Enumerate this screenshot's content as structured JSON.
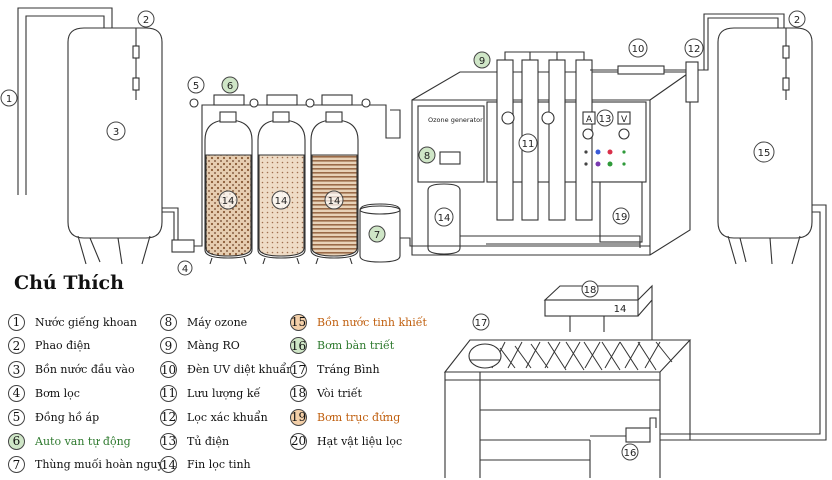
{
  "legend": {
    "title": "Chú Thích",
    "items": [
      {
        "n": "1",
        "label": "Nước giếng khoan"
      },
      {
        "n": "2",
        "label": "Phao điện"
      },
      {
        "n": "3",
        "label": "Bồn nước đầu vào"
      },
      {
        "n": "4",
        "label": "Bơm lọc"
      },
      {
        "n": "5",
        "label": "Đồng hồ áp"
      },
      {
        "n": "6",
        "label": "Auto van tự động"
      },
      {
        "n": "7",
        "label": "Thùng muối hoàn nguyên"
      },
      {
        "n": "8",
        "label": "Máy ozone"
      },
      {
        "n": "9",
        "label": "Màng RO"
      },
      {
        "n": "10",
        "label": "Đèn UV diệt khuẩn"
      },
      {
        "n": "11",
        "label": "Lưu lượng kế"
      },
      {
        "n": "12",
        "label": "Lọc xác khuẩn"
      },
      {
        "n": "13",
        "label": "Tủ điện"
      },
      {
        "n": "14",
        "label": "Fin lọc  tinh"
      },
      {
        "n": "15",
        "label": "Bồn nước tinh khiết"
      },
      {
        "n": "16",
        "label": "Bơm bàn triết"
      },
      {
        "n": "17",
        "label": "Tráng Bình"
      },
      {
        "n": "18",
        "label": "Vòi triết"
      },
      {
        "n": "19",
        "label": "Bơm trục đứng"
      },
      {
        "n": "20",
        "label": "Hạt vật liệu lọc"
      }
    ]
  },
  "diagram": {
    "ozone_panel_label": "Ozone generator",
    "panel_letters": [
      "A",
      "V"
    ],
    "callouts": {
      "c1": "1",
      "c2a": "2",
      "c2b": "2",
      "c3": "3",
      "c4": "4",
      "c5": "5",
      "c6": "6",
      "c7": "7",
      "c8": "8",
      "c9": "9",
      "c10": "10",
      "c11": "11",
      "c12": "12",
      "c13": "13",
      "c14a": "14",
      "c14b": "14",
      "c14c": "14",
      "c14d": "14",
      "c14e": "14",
      "c15": "15",
      "c16": "16",
      "c17": "17",
      "c18": "18",
      "c19": "19"
    }
  },
  "colors": {
    "line": "#333333",
    "sediment": "#c9a57a",
    "sand": "#e4c8a8",
    "resin": "#b78c66"
  }
}
